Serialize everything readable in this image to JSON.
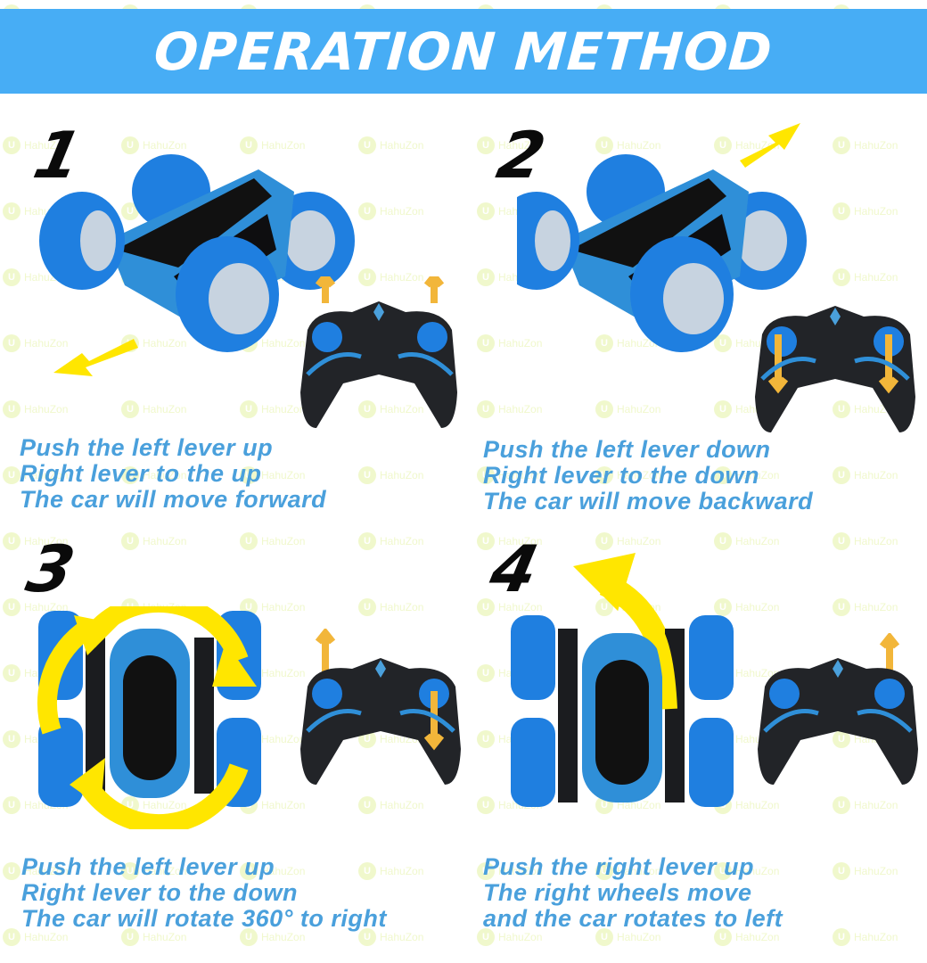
{
  "banner": {
    "title": "OPERATION METHOD",
    "color": "#47adf5"
  },
  "watermark": {
    "text": "HahuZon",
    "badge": "U"
  },
  "steps": [
    {
      "number": "1",
      "lines": [
        "Push the left lever up",
        "Right lever to the up",
        "The car will move forward"
      ],
      "car_view": "side",
      "motion": "forward",
      "left_stick": "up",
      "right_stick": "up"
    },
    {
      "number": "2",
      "lines": [
        "Push the left lever down",
        "Right lever to the down",
        "The car will move backward"
      ],
      "car_view": "side",
      "motion": "backward",
      "left_stick": "down",
      "right_stick": "down"
    },
    {
      "number": "3",
      "lines": [
        "Push the left lever up",
        "Right lever to the down",
        "The car will rotate 360° to right"
      ],
      "car_view": "top",
      "motion": "rotate-right-360",
      "left_stick": "up",
      "right_stick": "down"
    },
    {
      "number": "4",
      "lines": [
        "Push the right lever up",
        "The right wheels move",
        "and the car rotates to left"
      ],
      "car_view": "top",
      "motion": "rotate-left",
      "left_stick": "none",
      "right_stick": "up"
    }
  ],
  "colors": {
    "caption": "#4aa0dc",
    "tire": "#1f7fe0",
    "arrow_yellow": "#ffe600",
    "lever_arrow": "#f2b63a",
    "controller": "#222428"
  }
}
